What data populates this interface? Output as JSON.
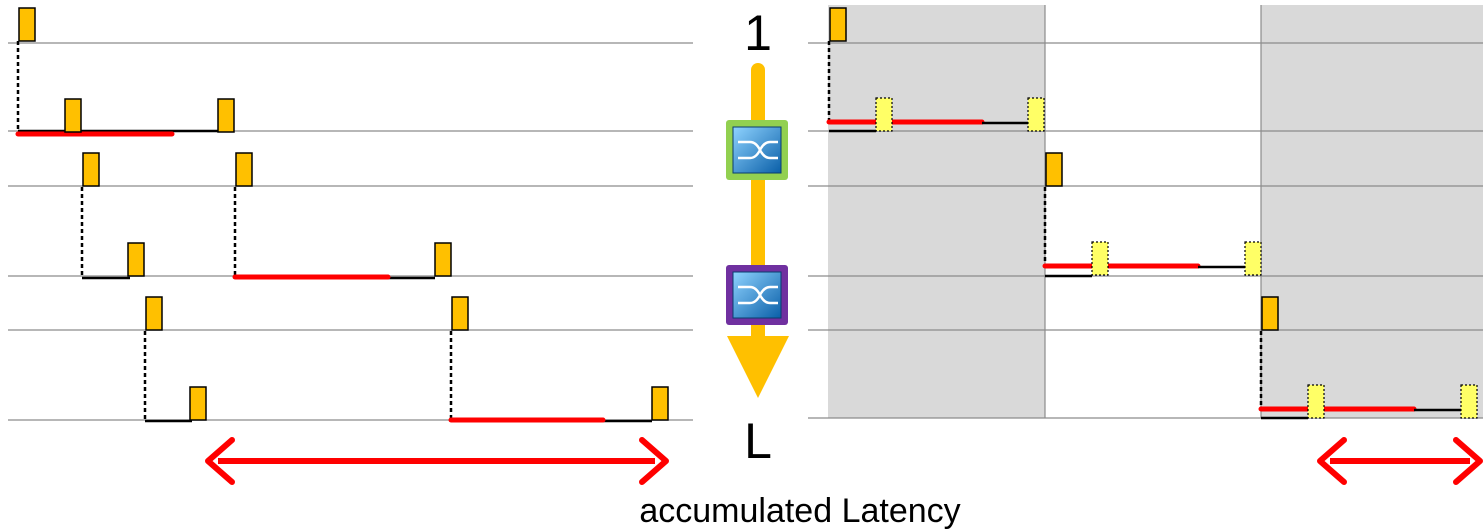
{
  "diagram": {
    "top_label": "1",
    "bottom_label": "L",
    "caption": "accumulated Latency"
  },
  "colors": {
    "background": "#ffffff",
    "grid_line": "#8c8c8c",
    "latency_segment": "#ff0000",
    "wait_segment": "#000000",
    "packet": "#ffc000",
    "packet_border": "#000000",
    "scheduled_slot": "#ffff66",
    "shaded_cycle": "#d9d9d9",
    "flow_arrow": "#ffc000",
    "switch_1_frame": "#92d050",
    "switch_2_frame": "#7030a0",
    "switch_body": "#1f8fd3"
  },
  "icons": {
    "switch": "network-switch-icon",
    "flow": "down-arrow-icon",
    "span": "double-headed-arrow-icon"
  }
}
